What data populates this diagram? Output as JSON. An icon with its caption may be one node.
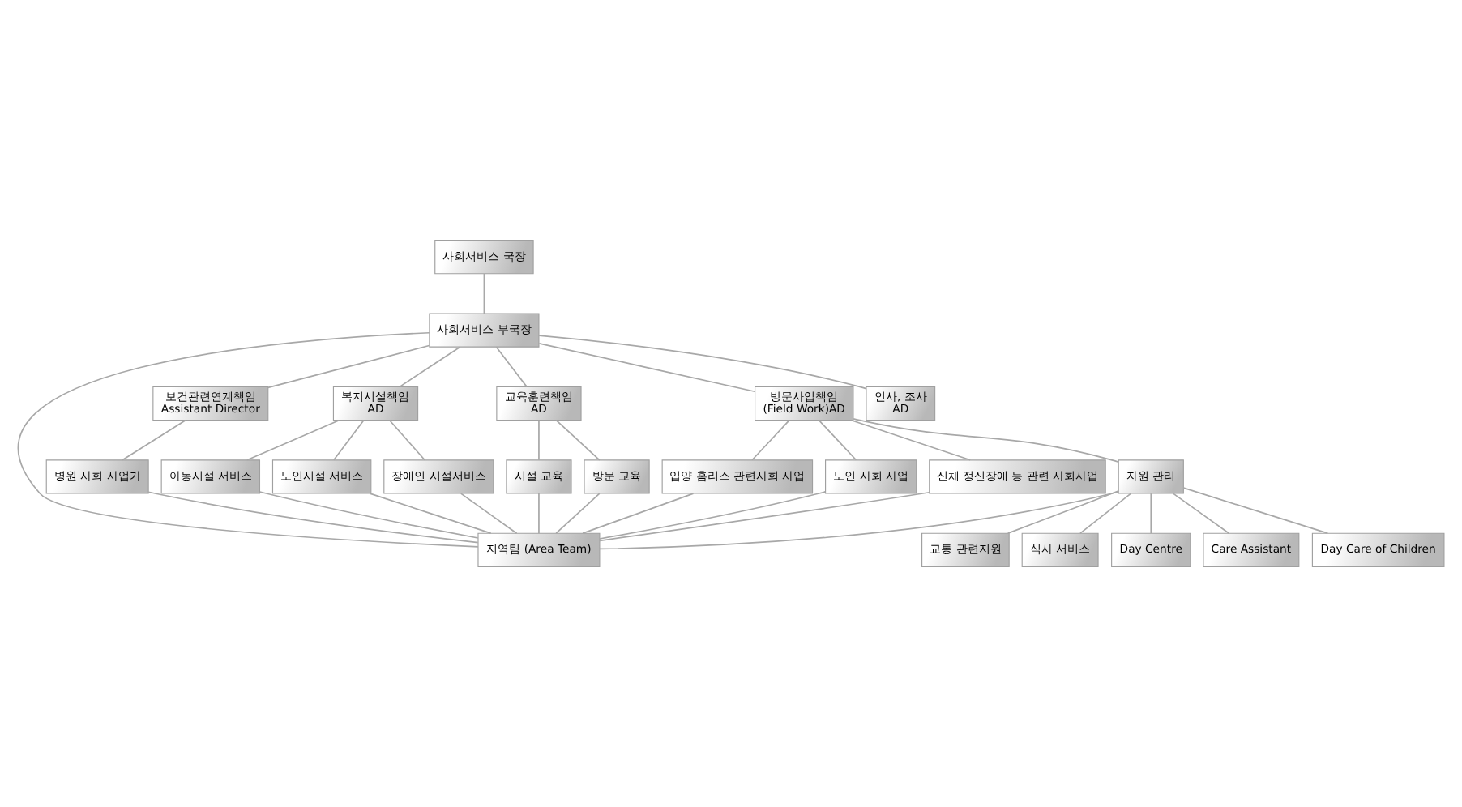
{
  "diagram": {
    "nodes": [
      {
        "text": [
          "사회서비스 국장"
        ]
      },
      {
        "text": [
          "사회서비스 부국장"
        ]
      },
      {
        "text": [
          "보건관련연계책임",
          "Assistant Director"
        ]
      },
      {
        "text": [
          "복지시설책임",
          "AD"
        ]
      },
      {
        "text": [
          "교육훈련책임",
          "AD"
        ]
      },
      {
        "text": [
          "방문사업책임",
          "(Field Work)AD"
        ]
      },
      {
        "text": [
          "인사, 조사",
          "AD"
        ]
      },
      {
        "text": [
          "병원 사회 사업가"
        ]
      },
      {
        "text": [
          "아동시설 서비스"
        ]
      },
      {
        "text": [
          "노인시설 서비스"
        ]
      },
      {
        "text": [
          "장애인 시설서비스"
        ]
      },
      {
        "text": [
          "시설 교육"
        ]
      },
      {
        "text": [
          "방문 교육"
        ]
      },
      {
        "text": [
          "입양 홈리스 관련사회 사업"
        ]
      },
      {
        "text": [
          "노인 사회 사업"
        ]
      },
      {
        "text": [
          "신체 정신장애 등 관련 사회사업"
        ]
      },
      {
        "text": [
          "자원 관리"
        ]
      },
      {
        "text": [
          "지역팀 (Area Team)"
        ]
      },
      {
        "text": [
          "교통 관련지원"
        ]
      },
      {
        "text": [
          "식사 서비스"
        ]
      },
      {
        "text": [
          "Day Centre"
        ]
      },
      {
        "text": [
          "Care Assistant"
        ]
      },
      {
        "text": [
          "Day Care of Children"
        ]
      }
    ],
    "edges": [
      {
        "from": 0,
        "to": 1,
        "arrow": "none"
      },
      {
        "from": 1,
        "to": 2,
        "arrow": "none"
      },
      {
        "from": 1,
        "to": 3,
        "arrow": "none"
      },
      {
        "from": 1,
        "to": 4,
        "arrow": "none"
      },
      {
        "from": 1,
        "to": 5,
        "arrow": "none"
      },
      {
        "from": 1,
        "to": 6,
        "arrow": "none"
      },
      {
        "from": 1,
        "to": 17,
        "arrow": "none"
      },
      {
        "from": 2,
        "to": 7,
        "arrow": "none"
      },
      {
        "from": 3,
        "to": 8,
        "arrow": "none"
      },
      {
        "from": 3,
        "to": 9,
        "arrow": "none"
      },
      {
        "from": 3,
        "to": 10,
        "arrow": "none"
      },
      {
        "from": 4,
        "to": 11,
        "arrow": "none"
      },
      {
        "from": 4,
        "to": 12,
        "arrow": "none"
      },
      {
        "from": 5,
        "to": 13,
        "arrow": "none"
      },
      {
        "from": 5,
        "to": 14,
        "arrow": "none"
      },
      {
        "from": 5,
        "to": 15,
        "arrow": "none"
      },
      {
        "from": 5,
        "to": 16,
        "arrow": "none"
      },
      {
        "from": 7,
        "to": 17,
        "arrow": "none"
      },
      {
        "from": 8,
        "to": 17,
        "arrow": "none"
      },
      {
        "from": 9,
        "to": 17,
        "arrow": "none"
      },
      {
        "from": 10,
        "to": 17,
        "arrow": "none"
      },
      {
        "from": 11,
        "to": 17,
        "arrow": "none"
      },
      {
        "from": 12,
        "to": 17,
        "arrow": "none"
      },
      {
        "from": 13,
        "to": 17,
        "arrow": "none"
      },
      {
        "from": 14,
        "to": 17,
        "arrow": "none"
      },
      {
        "from": 15,
        "to": 17,
        "arrow": "none"
      },
      {
        "from": 16,
        "to": 17,
        "arrow": "none"
      },
      {
        "from": 16,
        "to": 18,
        "arrow": "none"
      },
      {
        "from": 16,
        "to": 19,
        "arrow": "none"
      },
      {
        "from": 16,
        "to": 20,
        "arrow": "none"
      },
      {
        "from": 16,
        "to": 21,
        "arrow": "none"
      },
      {
        "from": 16,
        "to": 22,
        "arrow": "none"
      }
    ]
  }
}
